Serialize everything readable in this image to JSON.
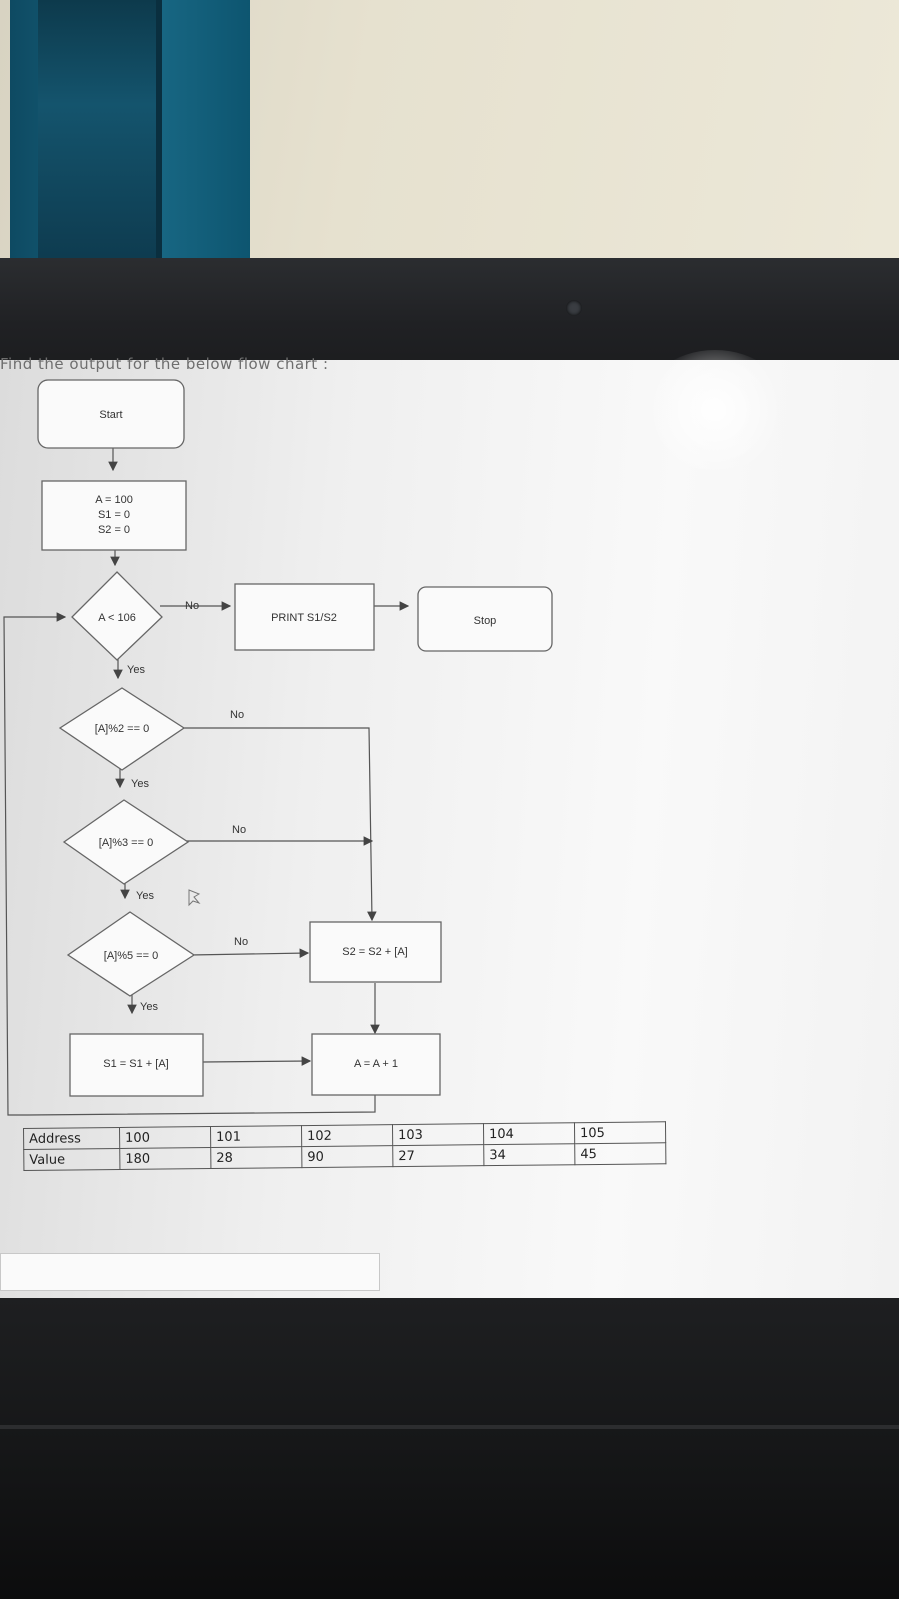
{
  "question_text": "Find the output for the below flow chart :",
  "flowchart": {
    "start": "Start",
    "init_lines": [
      "A = 100",
      "S1 = 0",
      "S2 = 0"
    ],
    "cond_loop": "A < 106",
    "cond_mod2": "[A]%2 == 0",
    "cond_mod3": "[A]%3 == 0",
    "cond_mod5": "[A]%5 == 0",
    "print": "PRINT S1/S2",
    "stop": "Stop",
    "s2_update": "S2 = S2 + [A]",
    "s1_update": "S1 = S1 + [A]",
    "increment": "A = A + 1",
    "yes": "Yes",
    "no": "No"
  },
  "memory_table": {
    "rows": [
      [
        "Address",
        "100",
        "101",
        "102",
        "103",
        "104",
        "105"
      ],
      [
        "Value",
        "180",
        "28",
        "90",
        "27",
        "34",
        "45"
      ]
    ]
  },
  "answer_box": {
    "value": ""
  }
}
